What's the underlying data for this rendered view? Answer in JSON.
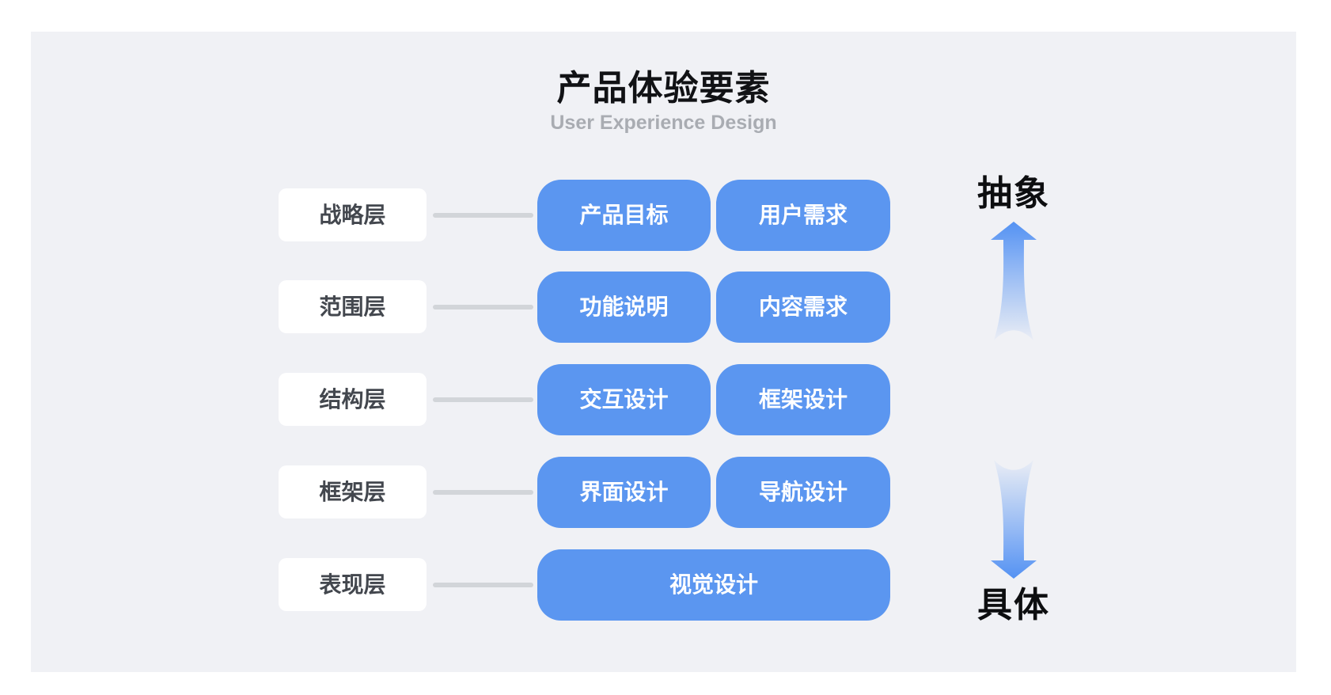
{
  "header": {
    "title": "产品体验要素",
    "subtitle": "User Experience Design"
  },
  "rows": [
    {
      "layer": "战略层",
      "items": [
        "产品目标",
        "用户需求"
      ]
    },
    {
      "layer": "范围层",
      "items": [
        "功能说明",
        "内容需求"
      ]
    },
    {
      "layer": "结构层",
      "items": [
        "交互设计",
        "框架设计"
      ]
    },
    {
      "layer": "框架层",
      "items": [
        "界面设计",
        "导航设计"
      ]
    },
    {
      "layer": "表现层",
      "items": [
        "视觉设计"
      ]
    }
  ],
  "axis": {
    "top_label": "抽象",
    "bottom_label": "具体"
  },
  "icons": {
    "up_arrow": "up-arrow-gradient",
    "down_arrow": "down-arrow-gradient"
  },
  "colors": {
    "panel_bg": "#F0F1F5",
    "item_blue": "#5B96F0",
    "arrow_blue": "#5492F3",
    "connector_gray": "#D2D5D9",
    "subtitle_gray": "#A9ACB2",
    "title_black": "#111215"
  }
}
